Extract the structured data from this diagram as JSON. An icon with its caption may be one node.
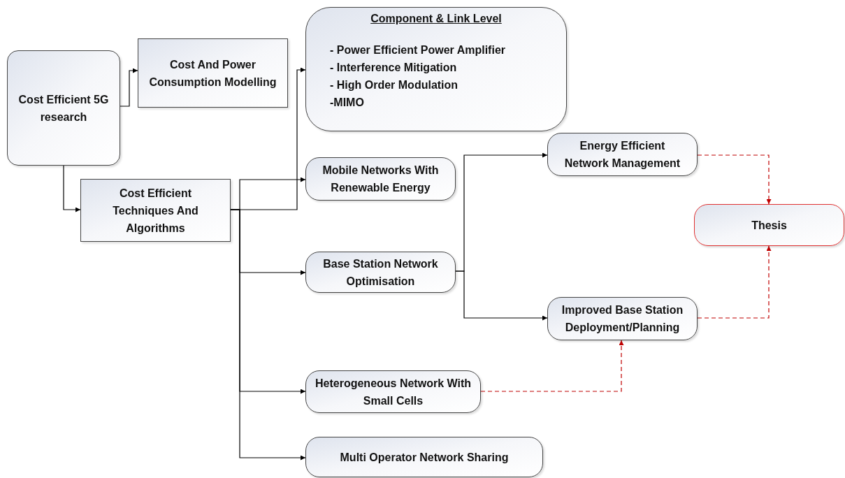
{
  "diagram": {
    "nodes": [
      {
        "text": [
          "Cost Efficient 5G research"
        ]
      },
      {
        "text": [
          "Cost And Power Consumption Modelling"
        ]
      },
      {
        "text": [
          "Component  & Link Level",
          "- Power Efficient Power Amplifier",
          "- Interference Mitigation",
          "- High Order Modulation",
          "-MIMO"
        ]
      },
      {
        "text": [
          "Cost Efficient Techniques And Algorithms"
        ]
      },
      {
        "text": [
          "Mobile Networks  With Renewable Energy"
        ]
      },
      {
        "text": [
          "Base Station Network Optimisation"
        ]
      },
      {
        "text": [
          "Energy Efficient Network Management"
        ]
      },
      {
        "text": [
          "Thesis"
        ]
      },
      {
        "text": [
          "Improved  Base Station Deployment/Planning"
        ]
      },
      {
        "text": [
          "Heterogeneous Network With Small Cells"
        ]
      },
      {
        "text": [
          "Multi Operator Network Sharing"
        ]
      }
    ],
    "edges": [
      {
        "from": 0,
        "to": 1,
        "arrow": "to"
      },
      {
        "from": 0,
        "to": 3,
        "arrow": "to"
      },
      {
        "from": 3,
        "to": 2,
        "arrow": "to"
      },
      {
        "from": 3,
        "to": 4,
        "arrow": "to"
      },
      {
        "from": 3,
        "to": 5,
        "arrow": "to"
      },
      {
        "from": 3,
        "to": 9,
        "arrow": "to"
      },
      {
        "from": 3,
        "to": 10,
        "arrow": "to"
      },
      {
        "from": 5,
        "to": 6,
        "arrow": "to"
      },
      {
        "from": 5,
        "to": 8,
        "arrow": "to"
      },
      {
        "from": 6,
        "to": 7,
        "arrow": "to",
        "style": "dashed",
        "color": "#c00000"
      },
      {
        "from": 8,
        "to": 7,
        "arrow": "to",
        "style": "dashed",
        "color": "#c00000"
      },
      {
        "from": 9,
        "to": 8,
        "arrow": "to",
        "style": "dashed",
        "color": "#c00000"
      }
    ]
  }
}
